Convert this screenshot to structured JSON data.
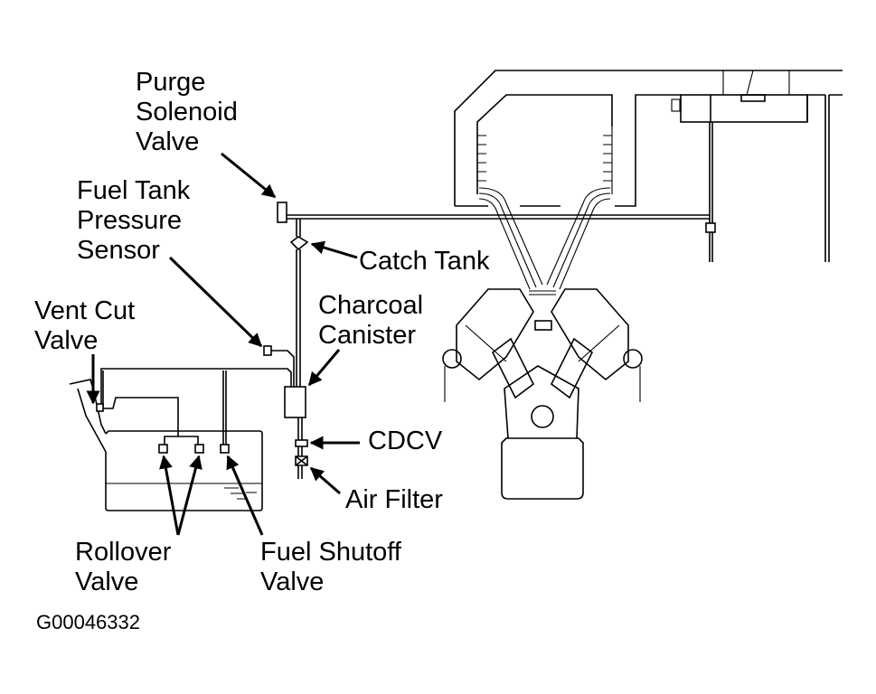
{
  "diagram": {
    "colors": {
      "line": "#000000",
      "background": "#ffffff"
    },
    "labels": {
      "purge_solenoid_valve": [
        "Purge",
        "Solenoid",
        "Valve"
      ],
      "fuel_tank_pressure_sensor": [
        "Fuel Tank",
        "Pressure",
        "Sensor"
      ],
      "catch_tank": "Catch Tank",
      "charcoal_canister": [
        "Charcoal",
        "Canister"
      ],
      "vent_cut_valve": [
        "Vent Cut",
        "Valve"
      ],
      "cdcv": "CDCV",
      "air_filter": "Air Filter",
      "rollover_valve": [
        "Rollover",
        "Valve"
      ],
      "fuel_shutoff_valve": [
        "Fuel Shutoff",
        "Valve"
      ]
    },
    "figure_code": "G00046332"
  }
}
